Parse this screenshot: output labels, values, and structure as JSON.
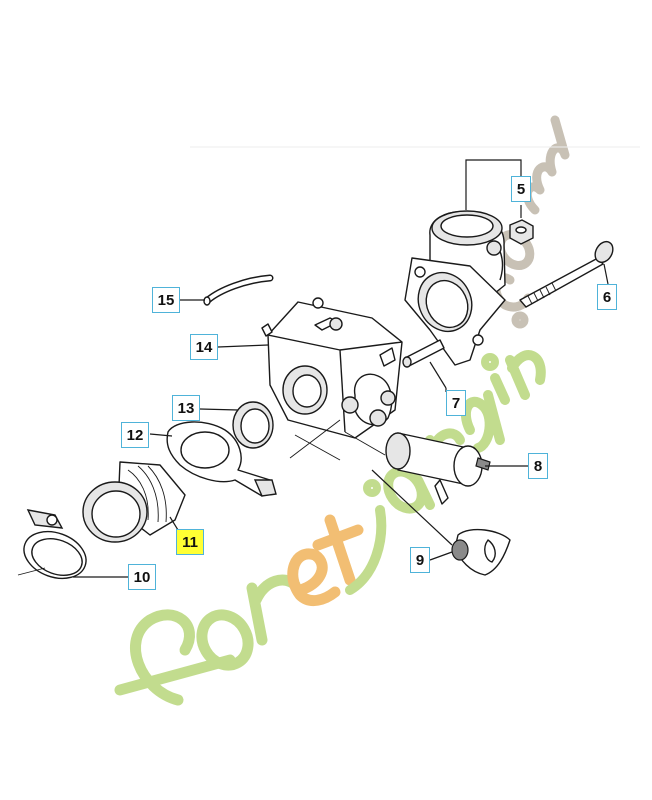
{
  "callouts": [
    {
      "id": "c5",
      "label": "5",
      "highlight": false
    },
    {
      "id": "c6",
      "label": "6",
      "highlight": false
    },
    {
      "id": "c7",
      "label": "7",
      "highlight": false
    },
    {
      "id": "c8",
      "label": "8",
      "highlight": false
    },
    {
      "id": "c9",
      "label": "9",
      "highlight": false
    },
    {
      "id": "c10",
      "label": "10",
      "highlight": false
    },
    {
      "id": "c11",
      "label": "11",
      "highlight": true
    },
    {
      "id": "c12",
      "label": "12",
      "highlight": false
    },
    {
      "id": "c13",
      "label": "13",
      "highlight": false
    },
    {
      "id": "c14",
      "label": "14",
      "highlight": false
    },
    {
      "id": "c15",
      "label": "15",
      "highlight": false
    }
  ],
  "watermark": {
    "text": "foretjardin.com",
    "colors": {
      "green": "#b8d67a",
      "orange": "#f0b35a",
      "grey": "#bfb6a8"
    }
  },
  "colors": {
    "callout_border": "#4fb3d9",
    "highlight": "#ffff33"
  }
}
